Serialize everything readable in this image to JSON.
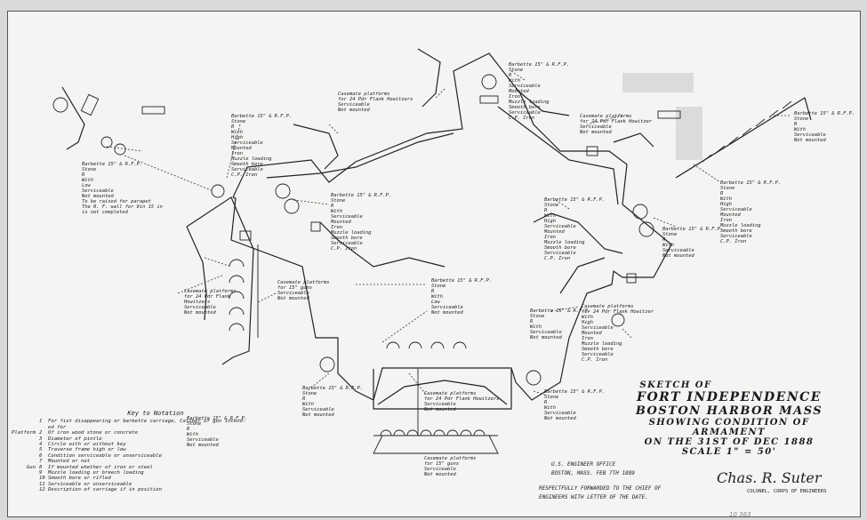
{
  "title": {
    "line1": "SKETCH OF",
    "line2": "FORT INDEPENDENCE",
    "line3": "BOSTON HARBOR MASS",
    "line4": "SHOWING CONDITION OF ARMAMENT",
    "line5": "ON THE 31ST OF DEC 1888",
    "line6": "SCALE 1\" = 50'"
  },
  "office": {
    "line1": "U.S. ENGINEER OFFICE",
    "line2": "BOSTON, MASS. FEB 7TH 1889"
  },
  "forward": {
    "line1": "RESPECTFULLY FORWARDED TO THE CHIEF OF",
    "line2": "ENGINEERS WITH LETTER OF THE DATE."
  },
  "signature": {
    "name": "Chas. R. Suter",
    "title": "COLONEL, CORPS OF ENGINEERS"
  },
  "key": {
    "heading": "Key to Notation",
    "rows": [
      {
        "group": "",
        "num": "1",
        "text": "For fixt disappearing or barbette carriage, Caliber of gun intend-"
      },
      {
        "group": "",
        "num": "",
        "text": "ed for"
      },
      {
        "group": "Platform",
        "num": "2",
        "text": "Of iron wood stone or concrete"
      },
      {
        "group": "",
        "num": "3",
        "text": "Diameter of pintle"
      },
      {
        "group": "",
        "num": "4",
        "text": "Circle with or without key"
      },
      {
        "group": "",
        "num": "5",
        "text": "Traverse frame high or low"
      },
      {
        "group": "",
        "num": "6",
        "text": "Condition serviceable or unserviceable"
      },
      {
        "group": "",
        "num": "7",
        "text": "Mounted or not"
      },
      {
        "group": "Gun",
        "num": "8",
        "text": "If mounted whether of iron or steel"
      },
      {
        "group": "",
        "num": "9",
        "text": "Muzzle loading or breech loading"
      },
      {
        "group": "",
        "num": "10",
        "text": "Smooth bore or rifled"
      },
      {
        "group": "",
        "num": "11",
        "text": "Serviceable or unserviceable"
      },
      {
        "group": "",
        "num": "12",
        "text": "Description of carriage if in position"
      }
    ]
  },
  "labels": [
    {
      "id": "l1",
      "text": "Barbette 15\" & R.F.P.\nStone\nR\nWith\nLow\nServiceable\nNot mounted\nTo be raised for parapet\nThe R. F. wall for 8in 15 in\nis not completed"
    },
    {
      "id": "l2",
      "text": "Barbette 15\" & R.F.P.\nStone\nR\nWith\nHigh\nServiceable\nMounted\nIron\nMuzzle loading\nSmooth bore\nServiceable\nC.P. Iron"
    },
    {
      "id": "l3",
      "text": "Casemate platforms\nfor 24 Pdr Flank Howitzers\nServiceable\nNot mounted"
    },
    {
      "id": "l4",
      "text": "Barbette 15\" & R.F.P.\nStone\nR\nWith\nServiceable\nMounted\nIron\nMuzzle loading\nSmooth bore\nServiceable\nC.P. Iron"
    },
    {
      "id": "l5",
      "text": "Casemate platforms\nfor 24 Pdr Flank\nHowitzers\nServiceable\nNot mounted"
    },
    {
      "id": "l6",
      "text": "Casemate platforms\nfor 15\" guns\nServiceable\nNot mounted"
    },
    {
      "id": "l7",
      "text": "Barbette 15\" & R.F.P.\nStone\nR\nWith\nLow\nServiceable\nNot mounted"
    },
    {
      "id": "l8",
      "text": "Barbette 15\" & R.F.P.\nStone\nR\nWith\nServiceable\nNot mounted"
    },
    {
      "id": "l9",
      "text": "Barbette 15\" & R.F.P.\nStone\nR\nWith\nServiceable\nNot mounted"
    },
    {
      "id": "l10",
      "text": "Casemate platforms\nfor 24 Pdr Flank Howitzers\nServiceable\nNot mounted"
    },
    {
      "id": "l11",
      "text": "Barbette 15\" & R.F.P.\nStone\nR\nWith\nHigh\nServiceable\nMounted\nIron\nMuzzle loading\nSmooth bore\nServiceable\nC.P. Iron"
    },
    {
      "id": "l12",
      "text": "Barbette 15\" & R.F.P.\nStone\nR\nWith\nServiceable\nNot mounted"
    },
    {
      "id": "l13",
      "text": "Barbette 15\" & R.F.P.\nStone\nR\nWith\nHigh\nServiceable\nMounted\nIron\nMuzzle loading\nSmooth bore\nServiceable\nC.P. Iron"
    },
    {
      "id": "l14",
      "text": "Casemate platforms\nfor 24 Pdr Flank Howitzer\nWith\nHigh\nServiceable\nMounted\nIron\nMuzzle loading\nSmooth bore\nServiceable\nC.P. Iron"
    },
    {
      "id": "l15",
      "text": "Barbette 15\" & R.F.P.\nStone\nR\nWith\nServiceable\nNot mounted"
    },
    {
      "id": "l16",
      "text": "Casemate platforms\nfor 15\" guns\nServiceable\nNot mounted"
    },
    {
      "id": "l17",
      "text": "Casemate platforms\nfor 24 Pdr Flank Howitzer\nServiceable\nNot mounted"
    },
    {
      "id": "l18",
      "text": "Barbette 15\" & R.F.P.\nStone\nR\nWith\nServiceable\nMounted\nIron\nMuzzle loading\nSmooth bore\nServiceable\nC.P. Iron"
    },
    {
      "id": "l19",
      "text": "Barbette 15\" & R.F.P.\nStone\nR\nWith\nServiceable\nNot mounted"
    },
    {
      "id": "l20",
      "text": "Barbette 15\" & R.F.P.\nStone\nR\nWith\nServiceable\nNot mounted"
    }
  ],
  "pencil_note": "10     363"
}
